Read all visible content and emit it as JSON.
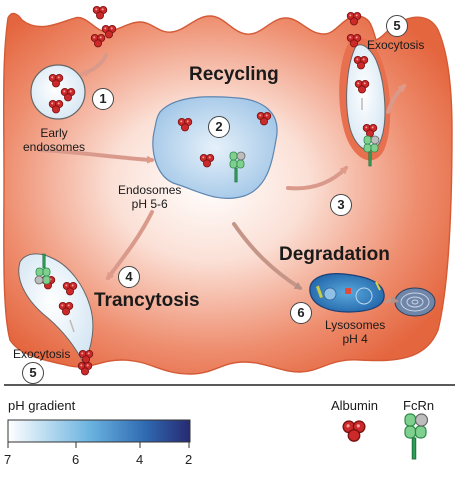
{
  "labels": {
    "recycling": "Recycling",
    "degradation": "Degradation",
    "trancytosis": "Trancytosis",
    "early_endosomes": "Early\nendosomes",
    "endosomes": "Endosomes\npH 5-6",
    "lysosomes": "Lysosomes\npH 4",
    "exocytosis_top": "Exocytosis",
    "exocytosis_bottom": "Exocytosis"
  },
  "steps": [
    "1",
    "2",
    "3",
    "4",
    "5",
    "5",
    "6"
  ],
  "legend": {
    "ph_title": "pH gradient",
    "ph_ticks": [
      "7",
      "6",
      "4",
      "2"
    ],
    "albumin": "Albumin",
    "fcrn": "FcRn"
  },
  "colors": {
    "cell": "#e8704e",
    "albumin": "#cc2a2a",
    "fcrn": "#4fb86a",
    "gradient_start": "#ffffff",
    "gradient_end": "#2a2f7a"
  },
  "icons": [
    "albumin-icon",
    "fcrn-icon"
  ]
}
